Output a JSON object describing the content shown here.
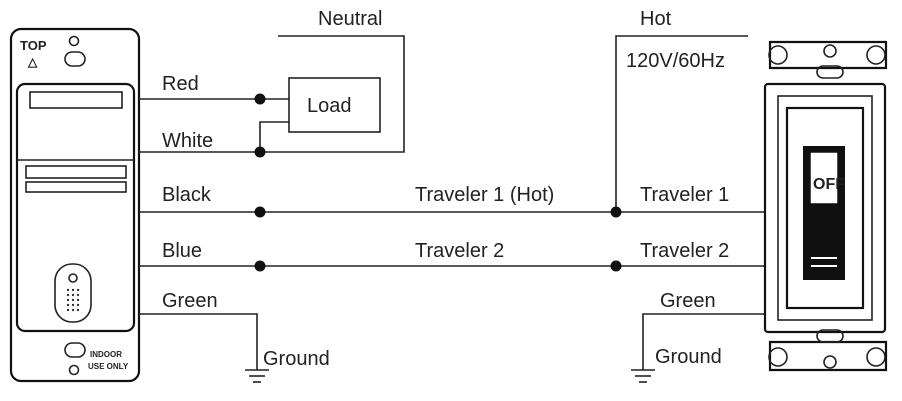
{
  "labels": {
    "neutral": "Neutral",
    "hot": "Hot",
    "voltage": "120V/60Hz",
    "red": "Red",
    "white": "White",
    "black": "Black",
    "blue": "Blue",
    "green_left": "Green",
    "green_right": "Green",
    "load": "Load",
    "traveler1_hot": "Traveler 1 (Hot)",
    "traveler2_mid": "Traveler 2",
    "traveler1_right": "Traveler 1",
    "traveler2_right": "Traveler 2",
    "ground_left": "Ground",
    "ground_right": "Ground"
  },
  "sensor_device": {
    "top_label": "TOP",
    "top_arrow": "△",
    "indoor_line1": "INDOOR",
    "indoor_line2": "USE ONLY"
  },
  "switch_device": {
    "toggle_label": "OFF"
  }
}
